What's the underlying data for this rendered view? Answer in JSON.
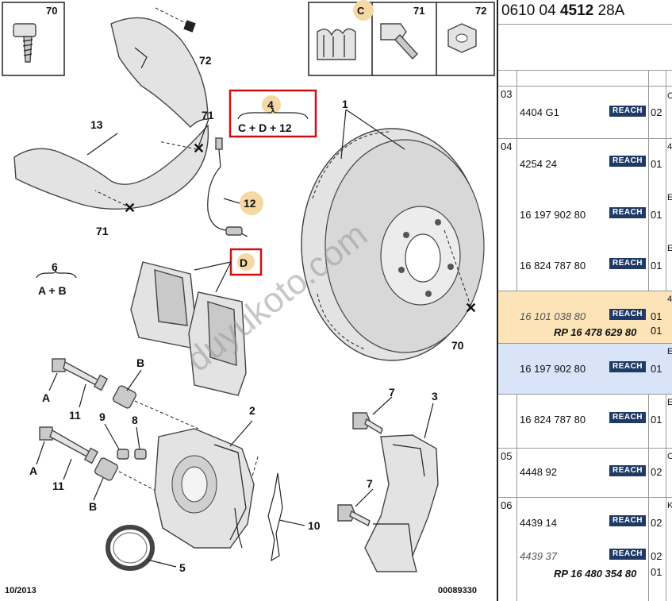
{
  "diagram": {
    "callouts": [
      "70",
      "72",
      "C",
      "71",
      "72",
      "13",
      "71",
      "71",
      "4",
      "C + D + 12",
      "1",
      "12",
      "6",
      "A + B",
      "D",
      "70",
      "B",
      "A",
      "11",
      "9",
      "8",
      "2",
      "A",
      "11",
      "B",
      "7",
      "3",
      "7",
      "10",
      "5"
    ],
    "footer_date": "10/2013",
    "footer_ref": "00089330",
    "watermark": "duyukoto.com"
  },
  "panel": {
    "reference_prefix": "0610 04 ",
    "reference_bold": "4512",
    "reference_suffix": " 28A",
    "badge_text": "REACH",
    "rows": [
      {
        "num": "03",
        "entries": [
          {
            "part": "4404 G1",
            "qty": "02",
            "edge": "C"
          }
        ]
      },
      {
        "num": "04",
        "entries": [
          {
            "part": "4254 24",
            "qty": "01",
            "edge": "4"
          },
          {
            "part": "16 197 902 80",
            "qty": "01",
            "edge": "E"
          },
          {
            "part": "16 824 787 80",
            "qty": "01",
            "edge": "E"
          }
        ]
      },
      {
        "num": "",
        "entries": [
          {
            "part": "16 101 038 80",
            "qty": "01",
            "edge": "4",
            "rp": "RP 16 478 629 80",
            "qty2": "01"
          }
        ]
      },
      {
        "num": "",
        "entries": [
          {
            "part": "16 197 902 80",
            "qty": "01",
            "edge": "E"
          }
        ]
      },
      {
        "num": "",
        "entries": [
          {
            "part": "16 824 787 80",
            "qty": "01",
            "edge": "E"
          }
        ]
      },
      {
        "num": "05",
        "entries": [
          {
            "part": "4448 92",
            "qty": "02",
            "edge": "C"
          }
        ]
      },
      {
        "num": "06",
        "entries": [
          {
            "part": "4439 14",
            "qty": "02",
            "edge": "K"
          },
          {
            "part": "4439 37",
            "qty": "02",
            "rp": "RP 16 480 354 80",
            "qty2": "01"
          }
        ]
      }
    ]
  }
}
